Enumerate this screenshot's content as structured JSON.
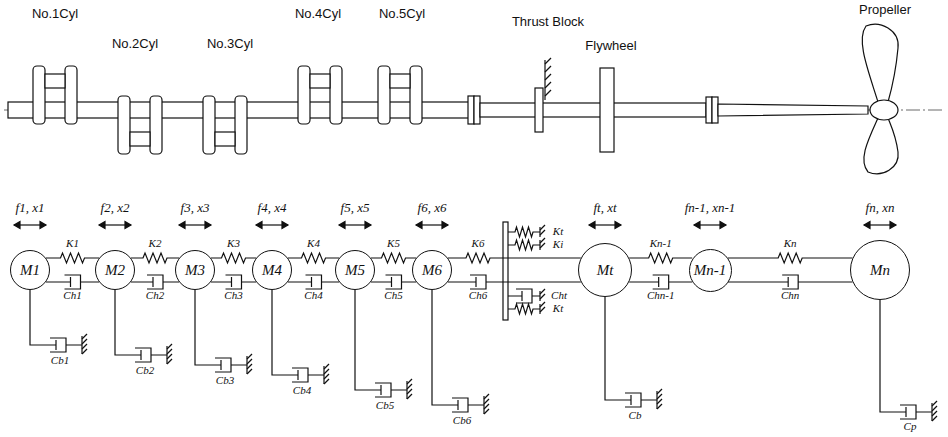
{
  "diagram": {
    "nodes": [
      {
        "text": [
          "M1"
        ]
      },
      {
        "text": [
          "M2"
        ]
      },
      {
        "text": [
          "M3"
        ]
      },
      {
        "text": [
          "M4"
        ]
      },
      {
        "text": [
          "M5"
        ]
      },
      {
        "text": [
          "M6"
        ]
      },
      {
        "text": [
          "Mt"
        ]
      },
      {
        "text": [
          "Mn-1"
        ]
      },
      {
        "text": [
          "Mn"
        ]
      }
    ],
    "edges": [
      {
        "from": 0,
        "to": 1,
        "arrow": "none",
        "label": "K1"
      },
      {
        "from": 0,
        "to": 1,
        "arrow": "none",
        "label": "Ch1"
      },
      {
        "from": 1,
        "to": 2,
        "arrow": "none",
        "label": "K2"
      },
      {
        "from": 1,
        "to": 2,
        "arrow": "none",
        "label": "Ch2"
      },
      {
        "from": 2,
        "to": 3,
        "arrow": "none",
        "label": "K3"
      },
      {
        "from": 2,
        "to": 3,
        "arrow": "none",
        "label": "Ch3"
      },
      {
        "from": 3,
        "to": 4,
        "arrow": "none",
        "label": "K4"
      },
      {
        "from": 3,
        "to": 4,
        "arrow": "none",
        "label": "Ch4"
      },
      {
        "from": 4,
        "to": 5,
        "arrow": "none",
        "label": "K5"
      },
      {
        "from": 4,
        "to": 5,
        "arrow": "none",
        "label": "Ch5"
      },
      {
        "from": 5,
        "to": 6,
        "arrow": "none",
        "label": "K6"
      },
      {
        "from": 5,
        "to": 6,
        "arrow": "none",
        "label": "Ch6"
      },
      {
        "from": 6,
        "to": 7,
        "arrow": "none",
        "label": "Kn-1"
      },
      {
        "from": 6,
        "to": 7,
        "arrow": "none",
        "label": "Chn-1"
      },
      {
        "from": 7,
        "to": 8,
        "arrow": "none",
        "label": "Kn"
      },
      {
        "from": 7,
        "to": 8,
        "arrow": "none",
        "label": "Chn"
      }
    ],
    "labels": [
      "No.1Cyl",
      "No.2Cyl",
      "No.3Cyl",
      "No.4Cyl",
      "No.5Cyl",
      "Thrust Block",
      "Flywheel",
      "Propeller",
      "f1, x1",
      "f2, x2",
      "f3, x3",
      "f4, x4",
      "f5, x5",
      "f6, x6",
      "ft, xt",
      "fn-1, xn-1",
      "fn, xn",
      "Kt",
      "Ki",
      "Cht",
      "Kt",
      "Cb1",
      "Cb2",
      "Cb3",
      "Cb4",
      "Cb5",
      "Cb6",
      "Cb",
      "Cp"
    ]
  }
}
